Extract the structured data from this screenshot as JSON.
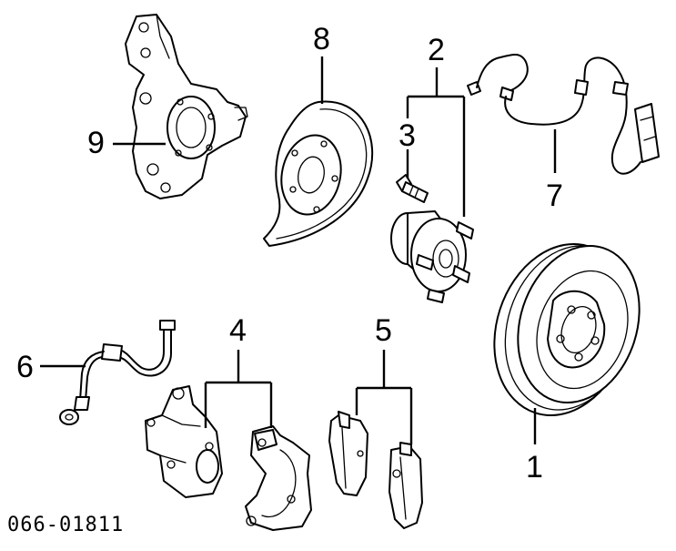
{
  "diagram": {
    "code": "066-01811",
    "callouts": {
      "c1": "1",
      "c2": "2",
      "c3": "3",
      "c4": "4",
      "c5": "5",
      "c6": "6",
      "c7": "7",
      "c8": "8",
      "c9": "9"
    }
  },
  "colors": {
    "line": "#000000",
    "background": "#ffffff"
  }
}
